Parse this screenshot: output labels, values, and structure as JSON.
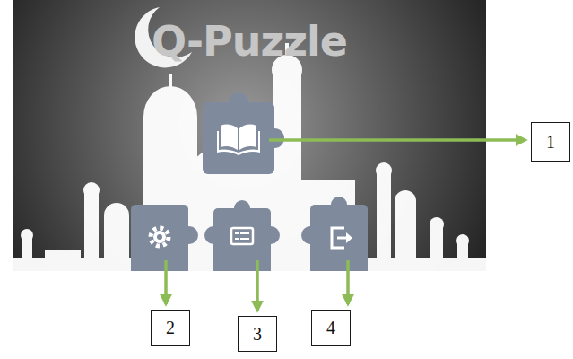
{
  "diagram": {
    "nodes": [
      {
        "text": [
          "1"
        ]
      },
      {
        "text": [
          "2"
        ]
      },
      {
        "text": [
          "3"
        ]
      },
      {
        "text": [
          "4"
        ]
      }
    ],
    "labels": [
      "Q-Puzzle"
    ]
  }
}
